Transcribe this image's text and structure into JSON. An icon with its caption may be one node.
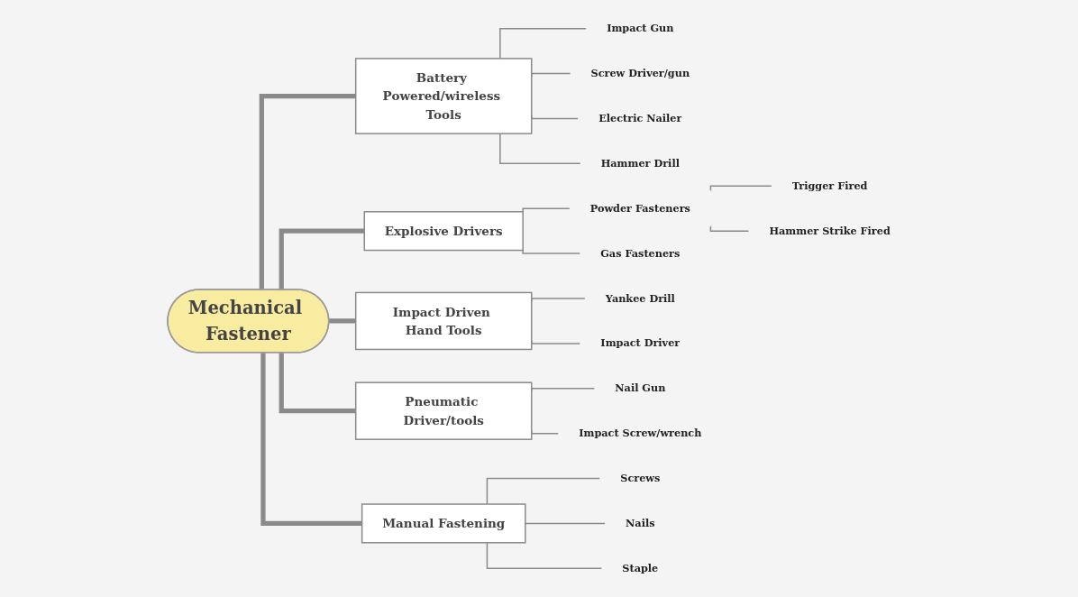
{
  "diagram": {
    "nodes": [
      {
        "text": [
          "Mechanical Fastener"
        ]
      },
      {
        "text": [
          "Battery Powered/wireless Tools"
        ]
      },
      {
        "text": [
          "Impact Gun"
        ]
      },
      {
        "text": [
          "Screw Driver/gun"
        ]
      },
      {
        "text": [
          "Electric Nailer"
        ]
      },
      {
        "text": [
          "Hammer Drill"
        ]
      },
      {
        "text": [
          "Explosive Drivers"
        ]
      },
      {
        "text": [
          "Powder Fasteners"
        ]
      },
      {
        "text": [
          "Trigger Fired"
        ]
      },
      {
        "text": [
          "Hammer Strike Fired"
        ]
      },
      {
        "text": [
          "Gas Fasteners"
        ]
      },
      {
        "text": [
          "Impact Driven Hand Tools"
        ]
      },
      {
        "text": [
          "Yankee Drill"
        ]
      },
      {
        "text": [
          "Impact Driver"
        ]
      },
      {
        "text": [
          "Pneumatic Driver/tools"
        ]
      },
      {
        "text": [
          "Nail Gun"
        ]
      },
      {
        "text": [
          "Impact Screw/wrench"
        ]
      },
      {
        "text": [
          "Manual Fastening"
        ]
      },
      {
        "text": [
          "Screws"
        ]
      },
      {
        "text": [
          "Nails"
        ]
      },
      {
        "text": [
          "Staple"
        ]
      }
    ],
    "edges": [
      {
        "from": 0,
        "to": 1,
        "arrow": "none",
        "style": "thick"
      },
      {
        "from": 1,
        "to": 2,
        "arrow": "none"
      },
      {
        "from": 1,
        "to": 3,
        "arrow": "none"
      },
      {
        "from": 1,
        "to": 4,
        "arrow": "none"
      },
      {
        "from": 1,
        "to": 5,
        "arrow": "none"
      },
      {
        "from": 0,
        "to": 6,
        "arrow": "none",
        "style": "thick"
      },
      {
        "from": 6,
        "to": 7,
        "arrow": "none"
      },
      {
        "from": 7,
        "to": 8,
        "arrow": "none"
      },
      {
        "from": 7,
        "to": 9,
        "arrow": "none"
      },
      {
        "from": 6,
        "to": 10,
        "arrow": "none"
      },
      {
        "from": 0,
        "to": 11,
        "arrow": "none",
        "style": "thick"
      },
      {
        "from": 11,
        "to": 12,
        "arrow": "none"
      },
      {
        "from": 11,
        "to": 13,
        "arrow": "none"
      },
      {
        "from": 0,
        "to": 14,
        "arrow": "none",
        "style": "thick"
      },
      {
        "from": 14,
        "to": 15,
        "arrow": "none"
      },
      {
        "from": 14,
        "to": 16,
        "arrow": "none"
      },
      {
        "from": 0,
        "to": 17,
        "arrow": "none",
        "style": "thick"
      },
      {
        "from": 17,
        "to": 18,
        "arrow": "none"
      },
      {
        "from": 17,
        "to": 19,
        "arrow": "none"
      },
      {
        "from": 17,
        "to": 20,
        "arrow": "none"
      }
    ]
  }
}
